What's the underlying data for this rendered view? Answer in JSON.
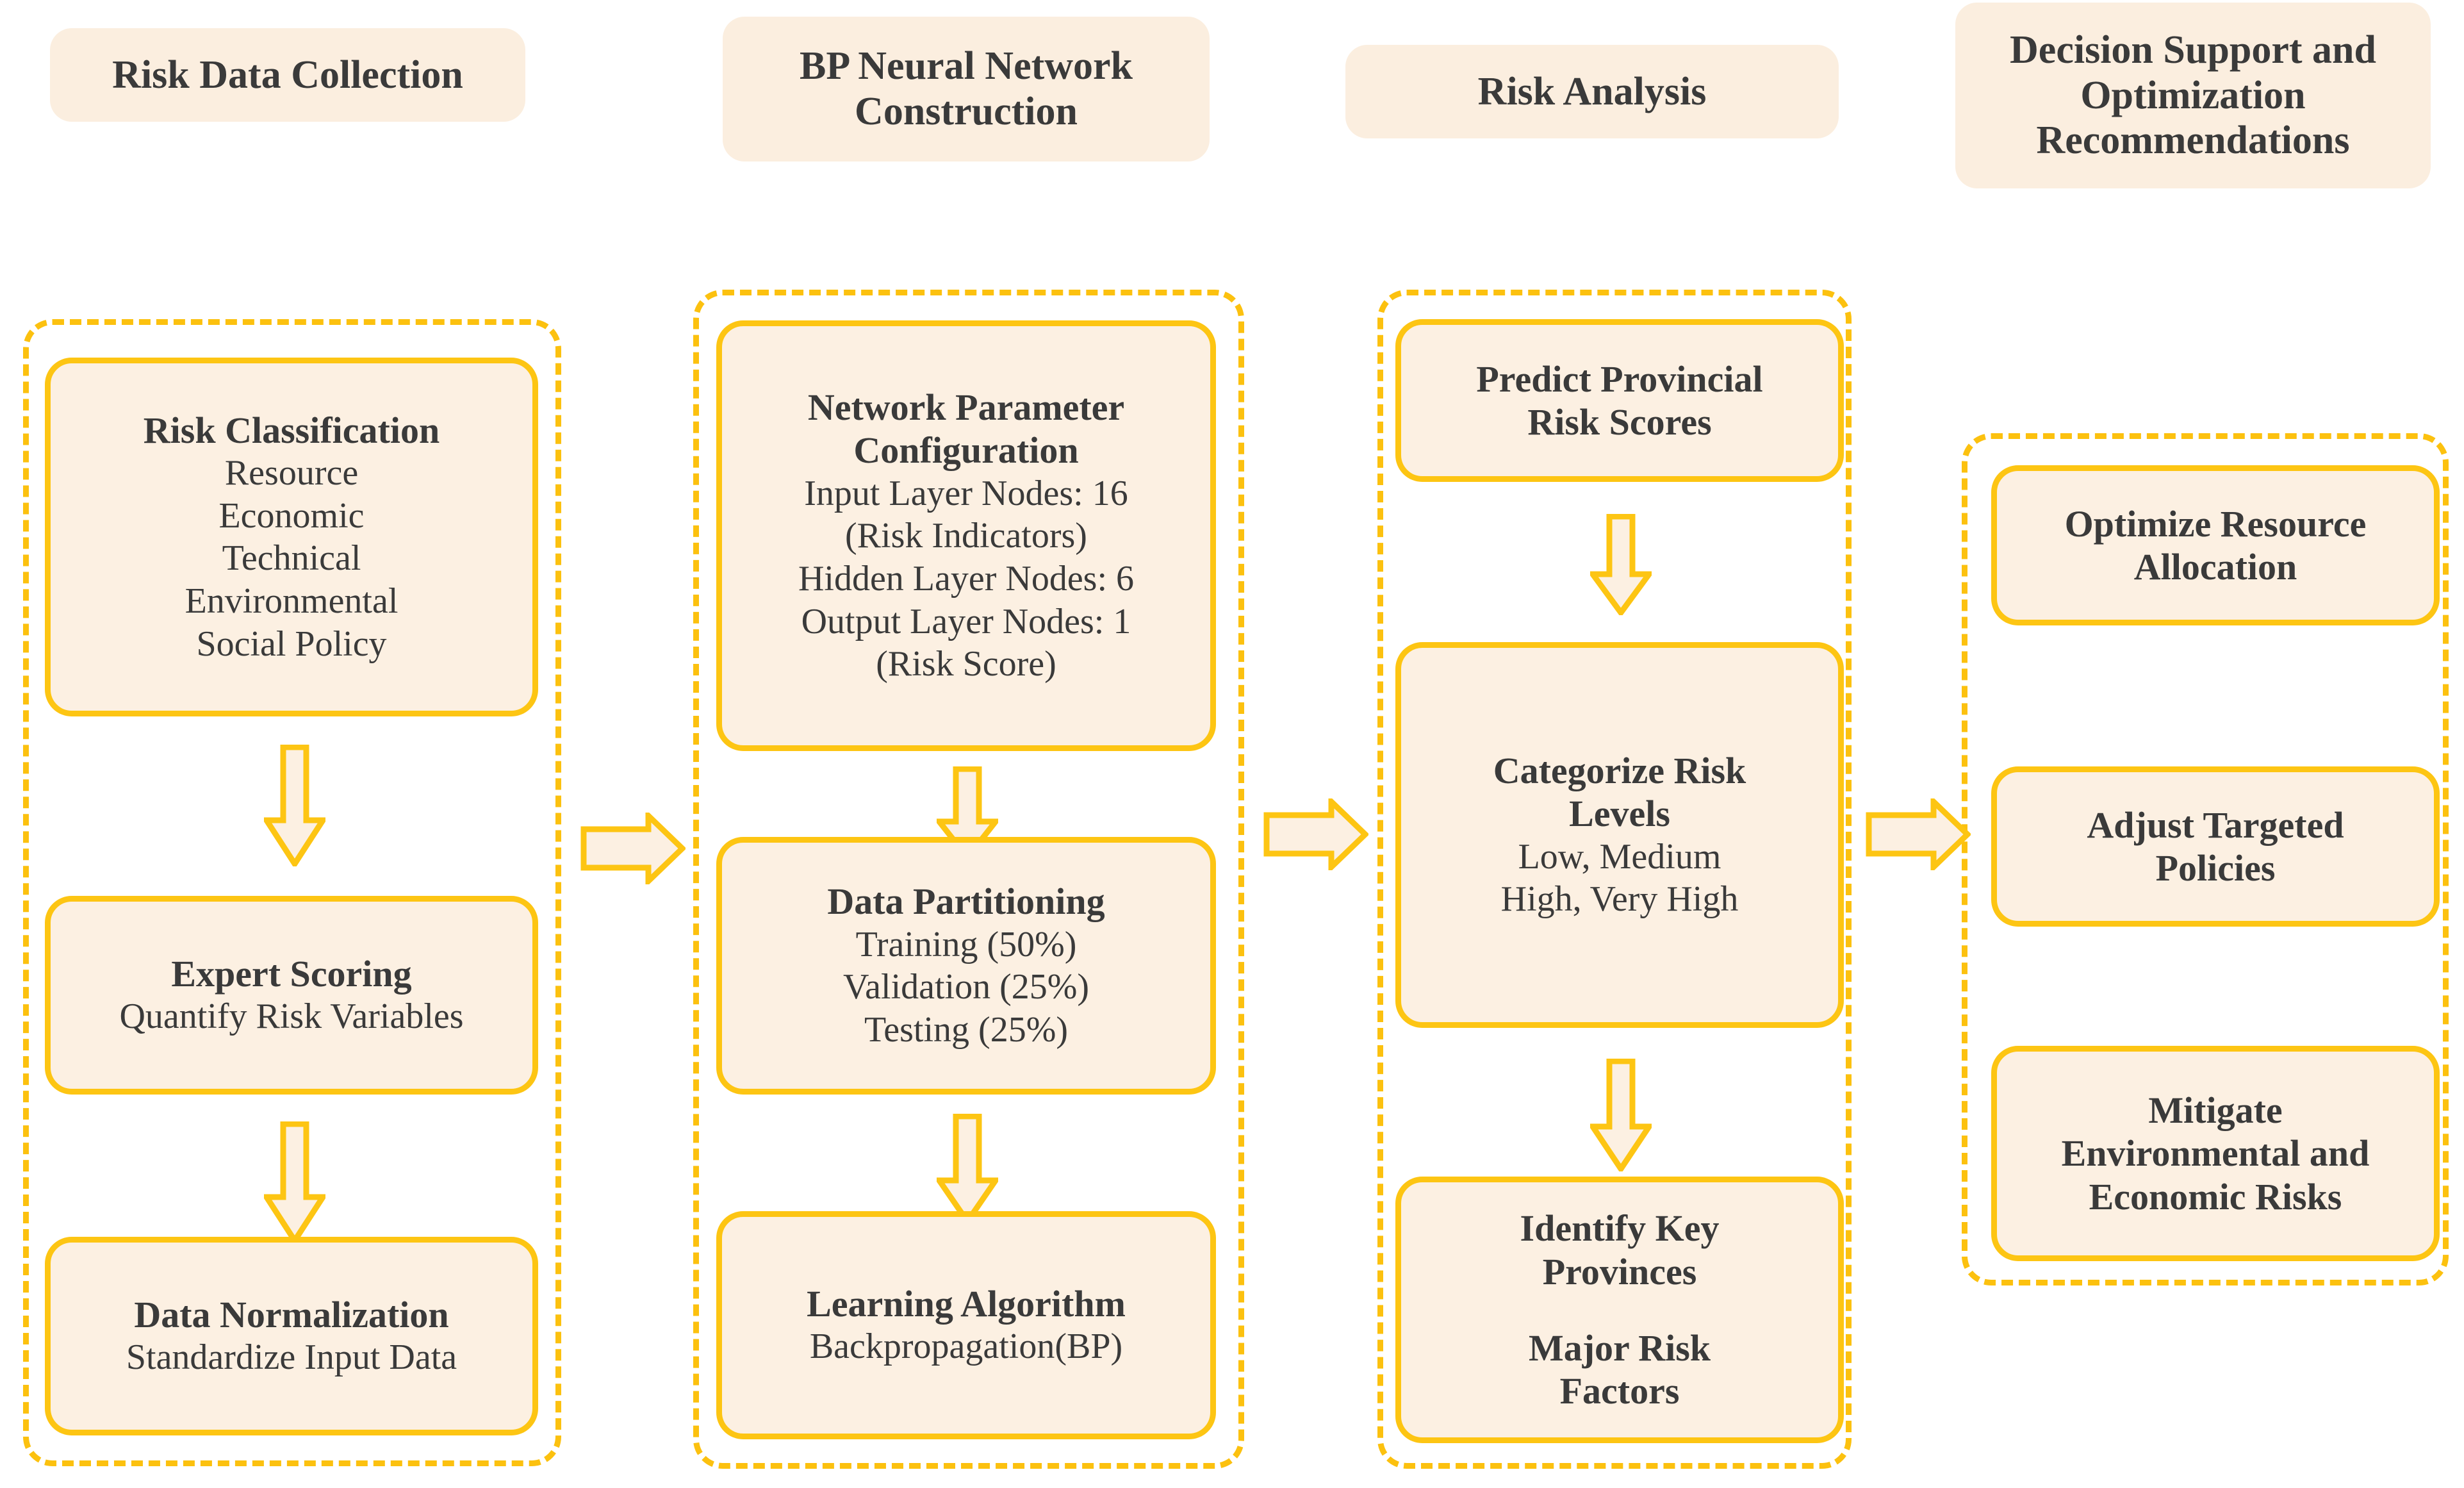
{
  "theme": {
    "accent": "#FDC513",
    "box_fill": "#FCF0E2",
    "header_fill": "#FBEEDF",
    "text": "#3a3a3a",
    "background": "#ffffff"
  },
  "headers": [
    {
      "label": "Risk Data Collection"
    },
    {
      "label": "BP Neural Network\nConstruction"
    },
    {
      "label": "Risk Analysis"
    },
    {
      "label": "Decision Support and\nOptimization\nRecommendations"
    }
  ],
  "columns": [
    {
      "name": "risk-data-collection",
      "nodes": [
        {
          "title": "Risk Classification",
          "subtitle": "Resource\nEconomic\nTechnical\nEnvironmental\nSocial Policy"
        },
        {
          "title": "Expert Scoring",
          "subtitle": "Quantify Risk Variables"
        },
        {
          "title": "Data Normalization",
          "subtitle": "Standardize Input Data"
        }
      ]
    },
    {
      "name": "bp-neural-network-construction",
      "nodes": [
        {
          "title": "Network Parameter\nConfiguration",
          "subtitle": "Input Layer Nodes: 16\n(Risk Indicators)\nHidden Layer Nodes: 6\nOutput Layer Nodes: 1\n(Risk Score)"
        },
        {
          "title": "Data Partitioning",
          "subtitle": "Training (50%)\nValidation (25%)\nTesting (25%)"
        },
        {
          "title": "Learning Algorithm",
          "subtitle": "Backpropagation(BP)"
        }
      ]
    },
    {
      "name": "risk-analysis",
      "nodes": [
        {
          "title": "Predict Provincial\nRisk Scores",
          "subtitle": ""
        },
        {
          "title": "Categorize Risk\nLevels",
          "subtitle": "Low, Medium\nHigh, Very High"
        },
        {
          "title": "Identify Key\nProvinces",
          "title2": "Major Risk\nFactors",
          "subtitle": ""
        }
      ]
    },
    {
      "name": "decision-support-and-optimization-recommendations",
      "nodes": [
        {
          "title": "Optimize Resource\nAllocation",
          "subtitle": ""
        },
        {
          "title": "Adjust Targeted\nPolicies",
          "subtitle": ""
        },
        {
          "title": "Mitigate\nEnvironmental and\nEconomic Risks",
          "subtitle": ""
        }
      ]
    }
  ],
  "connectors": {
    "vertical": [
      {
        "from": "Risk Classification",
        "to": "Expert Scoring"
      },
      {
        "from": "Expert Scoring",
        "to": "Data Normalization"
      },
      {
        "from": "Network Parameter Configuration",
        "to": "Data Partitioning"
      },
      {
        "from": "Data Partitioning",
        "to": "Learning Algorithm"
      },
      {
        "from": "Predict Provincial Risk Scores",
        "to": "Categorize Risk Levels"
      },
      {
        "from": "Categorize Risk Levels",
        "to": "Identify Key Provinces"
      }
    ],
    "horizontal": [
      {
        "from": "Risk Data Collection",
        "to": "BP Neural Network Construction"
      },
      {
        "from": "BP Neural Network Construction",
        "to": "Risk Analysis"
      },
      {
        "from": "Risk Analysis",
        "to": "Decision Support and Optimization Recommendations"
      }
    ]
  }
}
